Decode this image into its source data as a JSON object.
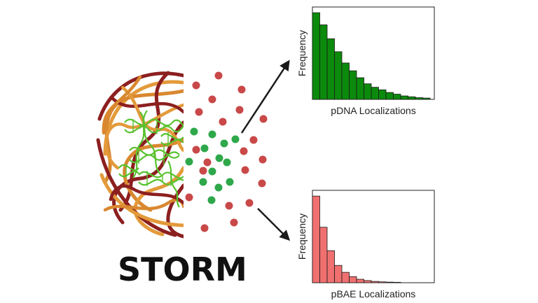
{
  "title": "STORM",
  "colors": {
    "pdna_bar": "#0c8a0c",
    "pbae_bar": "#f07070",
    "dot_red": "#c94848",
    "dot_green": "#2ea84a",
    "fiber_dark": "#8c1f1f",
    "fiber_orange": "#e39a3a",
    "fiber_tan": "#d98830",
    "helix_green": "#58c22e"
  },
  "chart_data": [
    {
      "type": "bar",
      "title": "",
      "xlabel": "pDNA Localizations",
      "ylabel": "Frequency",
      "values": [
        100,
        86,
        70,
        55,
        42,
        33,
        25,
        18,
        14,
        11,
        8,
        6,
        4,
        3,
        2,
        1.5
      ],
      "ylim": [
        0,
        105
      ],
      "color": "#0c8a0c"
    },
    {
      "type": "bar",
      "title": "",
      "xlabel": "pBAE Localizations",
      "ylabel": "Frequency",
      "values": [
        100,
        64,
        37,
        20,
        12,
        7,
        4,
        2.5,
        1.5,
        1,
        0.7,
        0.5
      ],
      "ylim": [
        0,
        105
      ],
      "color": "#f07070"
    }
  ]
}
